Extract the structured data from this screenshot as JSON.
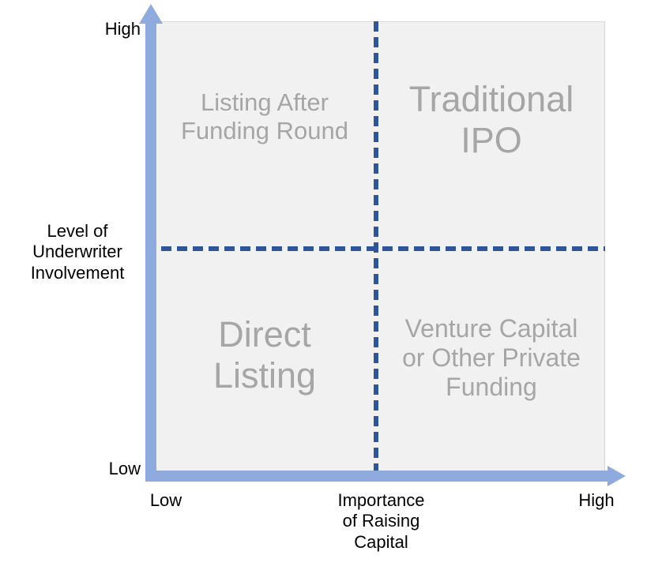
{
  "chart_data": {
    "type": "table",
    "title": "",
    "xlabel": "Importance\nof Raising\nCapital",
    "ylabel": "Level of\nUnderwriter\nInvolvement",
    "xlim": [
      "Low",
      "High"
    ],
    "ylim": [
      "Low",
      "High"
    ],
    "grid": false,
    "legend": "none",
    "quadrants": [
      {
        "id": "top-left",
        "label": "Listing After\nFunding Round",
        "x": "Low",
        "y": "High"
      },
      {
        "id": "top-right",
        "label": "Traditional\nIPO",
        "x": "High",
        "y": "High"
      },
      {
        "id": "bottom-left",
        "label": "Direct\nListing",
        "x": "Low",
        "y": "Low"
      },
      {
        "id": "bottom-right",
        "label": "Venture Capital\nor Other Private\nFunding",
        "x": "High",
        "y": "Low"
      }
    ]
  },
  "axes": {
    "y": {
      "title": "Level of\nUnderwriter\nInvolvement",
      "high_label": "High",
      "low_label": "Low"
    },
    "x": {
      "title": "Importance\nof Raising\nCapital",
      "high_label": "High",
      "low_label": "Low"
    }
  },
  "colors": {
    "axis_arrow": "#8FAADC",
    "divider_dashed": "#2F5597",
    "panel_background": "#F1F1F1",
    "panel_border": "#D9D9D9",
    "quadrant_text": "#A6A6A6",
    "axis_text": "#000000"
  }
}
